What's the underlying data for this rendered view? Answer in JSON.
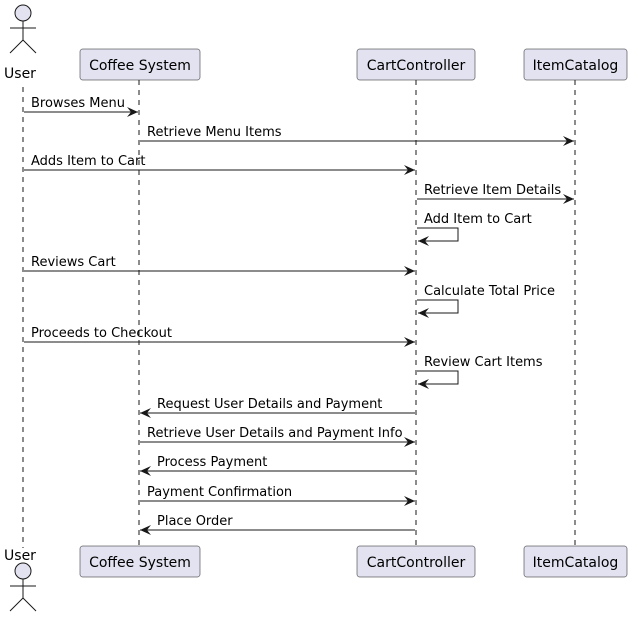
{
  "participants": [
    {
      "id": "user",
      "name": "User",
      "kind": "actor"
    },
    {
      "id": "coffee",
      "name": "Coffee System",
      "kind": "box"
    },
    {
      "id": "cart",
      "name": "CartController",
      "kind": "box"
    },
    {
      "id": "catalog",
      "name": "ItemCatalog",
      "kind": "box"
    }
  ],
  "messages": [
    {
      "from": "user",
      "to": "coffee",
      "label": "Browses Menu"
    },
    {
      "from": "coffee",
      "to": "catalog",
      "label": "Retrieve Menu Items"
    },
    {
      "from": "user",
      "to": "cart",
      "label": "Adds Item to Cart"
    },
    {
      "from": "cart",
      "to": "catalog",
      "label": "Retrieve Item Details"
    },
    {
      "from": "cart",
      "to": "cart",
      "label": "Add Item to Cart"
    },
    {
      "from": "user",
      "to": "cart",
      "label": "Reviews Cart"
    },
    {
      "from": "cart",
      "to": "cart",
      "label": "Calculate Total Price"
    },
    {
      "from": "user",
      "to": "cart",
      "label": "Proceeds to Checkout"
    },
    {
      "from": "cart",
      "to": "cart",
      "label": "Review Cart Items"
    },
    {
      "from": "cart",
      "to": "coffee",
      "label": "Request User Details and Payment"
    },
    {
      "from": "coffee",
      "to": "cart",
      "label": "Retrieve User Details and Payment Info"
    },
    {
      "from": "cart",
      "to": "coffee",
      "label": "Process Payment"
    },
    {
      "from": "coffee",
      "to": "cart",
      "label": "Payment Confirmation"
    },
    {
      "from": "cart",
      "to": "coffee",
      "label": "Place Order"
    }
  ],
  "colors": {
    "participant_fill": "#E2E2F0",
    "participant_border": "#181818",
    "lifeline": "#181818",
    "arrow": "#181818"
  }
}
